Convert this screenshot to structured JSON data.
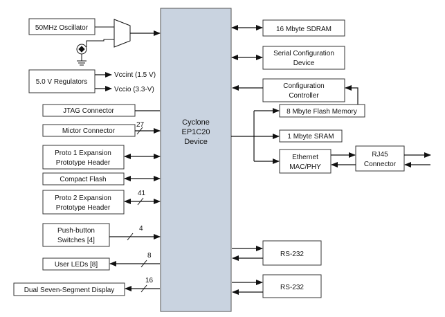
{
  "center": {
    "lines": [
      "Cyclone",
      "EP1C20",
      "Device"
    ],
    "fill": "#c9d3e0"
  },
  "left": {
    "oscillator": "50MHz Oscillator",
    "regulators": "5.0 V Regulators",
    "vccint": "Vccint (1.5 V)",
    "vccio": "Vccio (3.3-V)",
    "jtag": "JTAG Connector",
    "mictor": "Mictor Connector",
    "proto1": [
      "Proto 1 Expansion",
      "Prototype Header"
    ],
    "compact_flash": "Compact Flash",
    "proto2": [
      "Proto 2 Expansion",
      "Prototype Header"
    ],
    "pushbutton": [
      "Push-button",
      "Switches [4]"
    ],
    "leds": "User LEDs [8]",
    "seven_seg": "Dual Seven-Segment Display"
  },
  "right": {
    "sdram": "16 Mbyte SDRAM",
    "serial_config": [
      "Serial Configuration",
      "Device"
    ],
    "config_controller": [
      "Configuration",
      "Controller"
    ],
    "flash": "8 Mbyte Flash Memory",
    "sram": "1 Mbyte SRAM",
    "ethernet": [
      "Ethernet",
      "MAC/PHY"
    ],
    "rj45": [
      "RJ45",
      "Connector"
    ],
    "rs232_a": "RS-232",
    "rs232_b": "RS-232"
  },
  "bus_widths": {
    "mictor": "27",
    "proto2": "41",
    "pushbutton": "4",
    "leds": "8",
    "seven_seg": "16"
  },
  "colors": {
    "line": "#111111",
    "box_stroke": "#333333"
  }
}
